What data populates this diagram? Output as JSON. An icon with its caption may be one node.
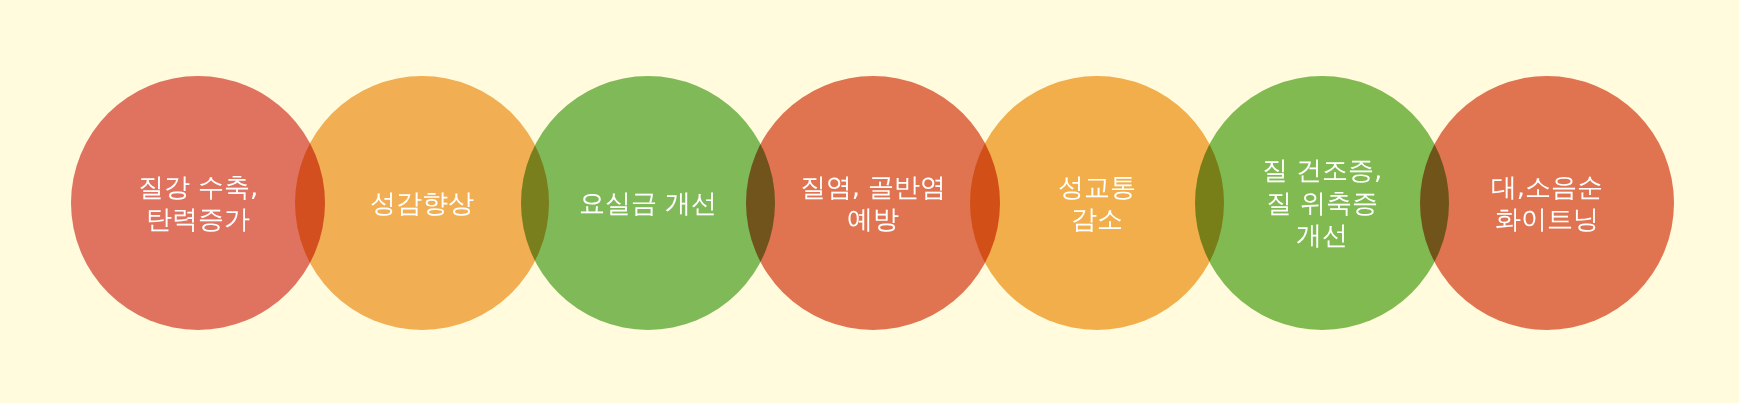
{
  "diagram": {
    "nodes": [
      {
        "text": [
          "질강 수축, 탄력증가"
        ]
      },
      {
        "text": [
          "성감향상"
        ]
      },
      {
        "text": [
          "요실금 개선"
        ]
      },
      {
        "text": [
          "질염, 골반염 예방"
        ]
      },
      {
        "text": [
          "성교통 감소"
        ]
      },
      {
        "text": [
          "질 건조증, 질 위축증 개선"
        ]
      },
      {
        "text": [
          "대,소음순 화이트닝"
        ]
      }
    ]
  }
}
